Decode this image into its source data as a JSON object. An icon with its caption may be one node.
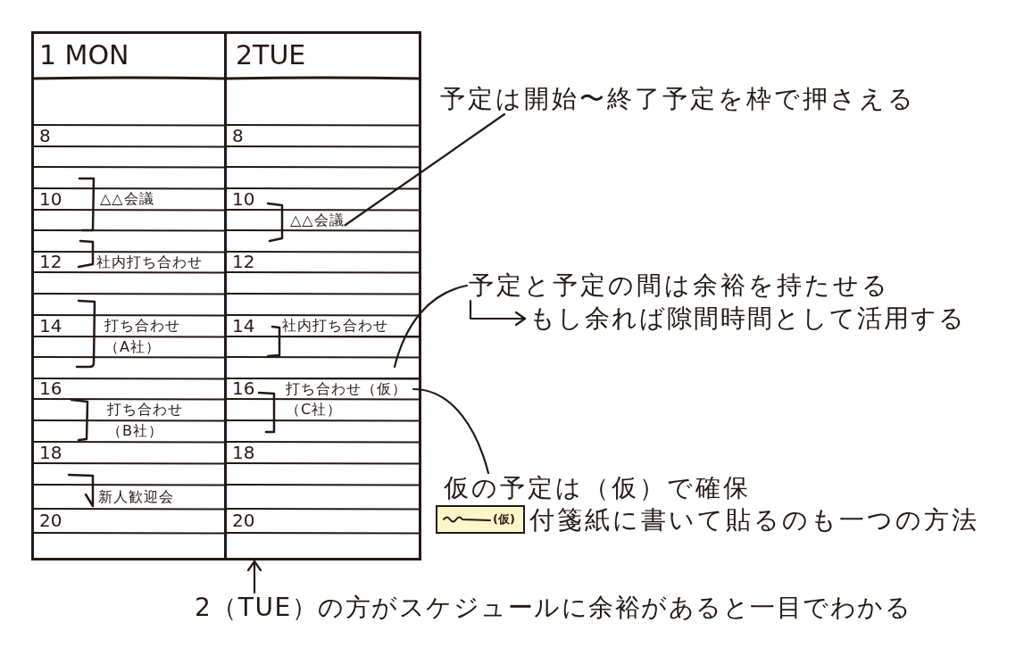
{
  "diagram": {
    "nodes": [
      {
        "text": [
          "1 MON",
          "8",
          "10",
          "12",
          "14",
          "16",
          "18",
          "20"
        ]
      },
      {
        "text": [
          "△△会議"
        ],
        "in": 0
      },
      {
        "text": [
          "社内打ち合わせ"
        ],
        "in": 0
      },
      {
        "text": [
          "打ち合わせ（A社）"
        ],
        "in": 0
      },
      {
        "text": [
          "打ち合わせ（B社）"
        ],
        "in": 0
      },
      {
        "text": [
          "新人歓迎会"
        ],
        "in": 0
      },
      {
        "text": [
          "2TUE",
          "8",
          "10",
          "12",
          "14",
          "16",
          "18",
          "20"
        ]
      },
      {
        "text": [
          "△△会議"
        ],
        "in": 6
      },
      {
        "text": [
          "社内打ち合わせ"
        ],
        "in": 6
      },
      {
        "text": [],
        "shape": "box",
        "in": 6
      },
      {
        "text": [
          "打ち合わせ（仮）（C社）"
        ],
        "in": 6
      },
      {
        "text": [
          "予定は開始〜終了予定を枠で押さえる"
        ]
      },
      {
        "text": [
          "予定と予定の間は余裕を持たせる"
        ]
      },
      {
        "text": [
          "もし余れば隙間時間として活用する"
        ]
      },
      {
        "text": [
          "仮の予定は（仮）で確保"
        ]
      },
      {
        "text": [
          "(仮)"
        ]
      },
      {
        "text": [
          "2（TUE）の方がスケジュールに余裕があると一目でわかる"
        ]
      }
    ],
    "edges": [
      {
        "from": 11,
        "to": 7,
        "arrow": "none"
      },
      {
        "from": 12,
        "to": 9,
        "arrow": "none"
      },
      {
        "from": 12,
        "to": 13,
        "arrow": "to"
      },
      {
        "from": 14,
        "to": 10,
        "arrow": "none"
      },
      {
        "from": 16,
        "to": 6,
        "arrow": "to"
      }
    ],
    "labels": [
      "付箋紙に書いて貼るのも一つの方法"
    ]
  }
}
